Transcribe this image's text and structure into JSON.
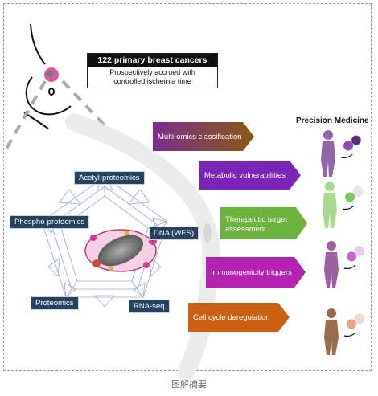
{
  "header": {
    "cohort_title": "122 primary breast cancers",
    "cohort_line1": "Prospectively accrued with",
    "cohort_line2": "controlled ischemia time"
  },
  "precision_medicine_title": "Precision Medicine",
  "omics_labels": {
    "acetyl": "Acetyl-proteomics",
    "phospho": "Phospho-proteomics",
    "dna": "DNA (WES)",
    "proteomics": "Proteomics",
    "rnaseq": "RNA-seq"
  },
  "arrows": [
    {
      "label": "Multi-omics classification",
      "color": "#7b2d8e",
      "color2": "#8a5a12"
    },
    {
      "label": "Metabolic vulnerabilities",
      "color": "#7a25b8",
      "color2": "#7a25b8"
    },
    {
      "label": "Therapeutic target",
      "label2": "assessment",
      "color": "#6cb33f",
      "color2": "#6cb33f"
    },
    {
      "label": "Immunogenicity triggers",
      "color": "#b322b3",
      "color2": "#b322b3"
    },
    {
      "label": "Cell cycle deregulation",
      "color": "#cc6012",
      "color2": "#cc6012"
    }
  ],
  "figures": [
    {
      "body_color": "#8f67a8",
      "pill": [
        "#8f4fb0",
        "#5d2a78"
      ]
    },
    {
      "body_color": "#a8d98f",
      "pill": [
        "#7ec85a",
        "#e8e8e8"
      ]
    },
    {
      "body_color": "#9e5fa0",
      "pill": [
        "#c06ccc",
        "#efc8ef"
      ]
    },
    {
      "body_color": "#9c6b4c",
      "pill": [
        "#e7a483",
        "#f3d8c8"
      ]
    }
  ],
  "caption": "图解摘要"
}
